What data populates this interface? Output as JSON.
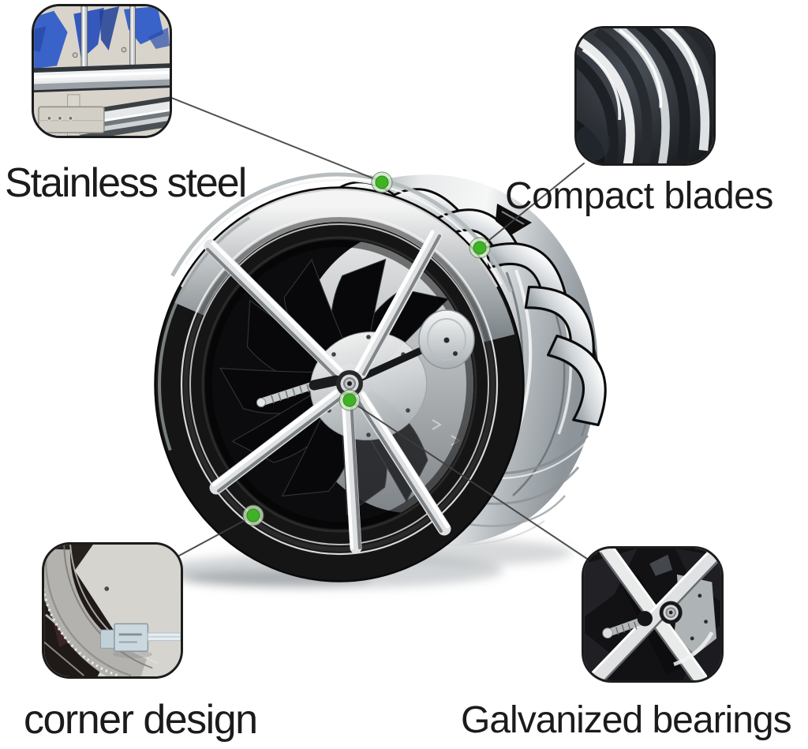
{
  "page": {
    "background": "#ffffff"
  },
  "product_photo": {
    "subject": "stainless wind-driven roof turbine ventilator",
    "marker_color": "#3fb226",
    "marker_halo_color": "#cde8c3",
    "connector_line_color": "#3d3d3d",
    "text_color": "#1b1b1b"
  },
  "callouts": [
    {
      "id": "stainless-steel",
      "label": "Stainless steel"
    },
    {
      "id": "compact-blades",
      "label": "Compact blades"
    },
    {
      "id": "corner-design",
      "label": "corner design"
    },
    {
      "id": "galvanized-bearings",
      "label": "Galvanized bearings"
    }
  ],
  "insets": [
    {
      "id": "stainless-steel",
      "photo": "stainless-steel-rim-closeup-photo"
    },
    {
      "id": "compact-blades",
      "photo": "turbine-blades-closeup-photo"
    },
    {
      "id": "corner-design",
      "photo": "rim-corner-bracket-closeup-photo"
    },
    {
      "id": "galvanized-bearings",
      "photo": "hub-bearing-spokes-closeup-photo"
    }
  ]
}
